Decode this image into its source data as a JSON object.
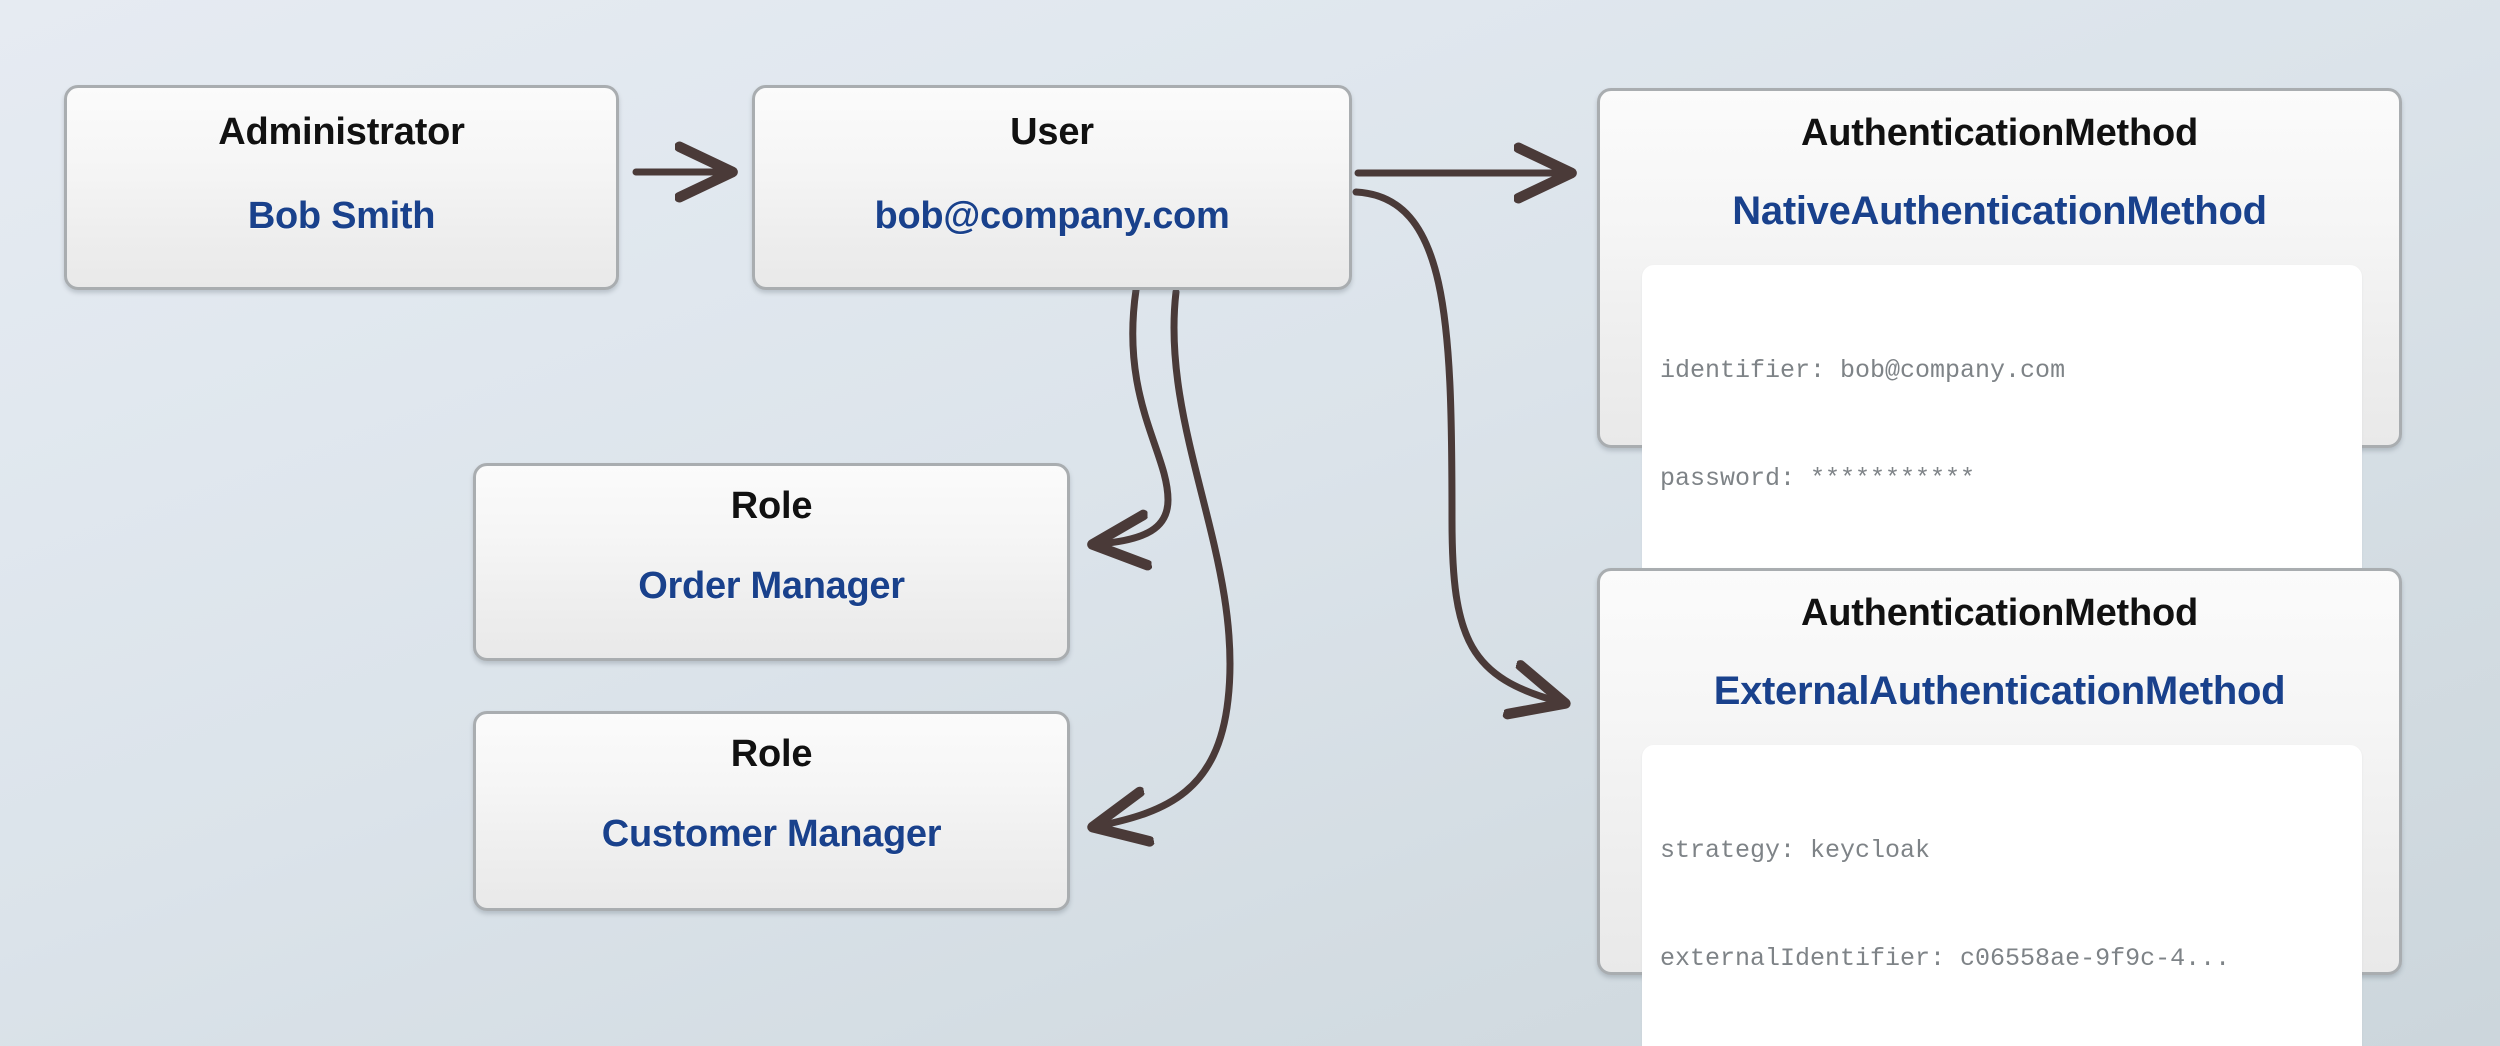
{
  "diagram": {
    "background_from": "#e6ebf2",
    "background_to": "#ccd6dc",
    "edge_color": "#4a3a38",
    "title_color": "#19418c",
    "type_color": "#111111",
    "attr_color": "#7e8387"
  },
  "nodes": {
    "administrator": {
      "type": "Administrator",
      "title": "Bob Smith"
    },
    "user": {
      "type": "User",
      "title": "bob@company.com"
    },
    "role_order": {
      "type": "Role",
      "title": "Order Manager"
    },
    "role_customer": {
      "type": "Role",
      "title": "Customer Manager"
    },
    "auth_native": {
      "type": "AuthenticationMethod",
      "title": "NativeAuthenticationMethod",
      "attributes": [
        "identifier: bob@company.com",
        "password: ***********"
      ]
    },
    "auth_external": {
      "type": "AuthenticationMethod",
      "title": "ExternalAuthenticationMethod",
      "attributes": [
        "strategy: keycloak",
        "externalIdentifier: c06558ae-9f9c-4..."
      ]
    }
  },
  "edges": [
    {
      "name": "administrator-to-user",
      "from": "administrator",
      "to": "user"
    },
    {
      "name": "user-to-native-auth",
      "from": "user",
      "to": "auth_native"
    },
    {
      "name": "user-to-external-auth",
      "from": "user",
      "to": "auth_external"
    },
    {
      "name": "user-to-role-order-manager",
      "from": "user",
      "to": "role_order"
    },
    {
      "name": "user-to-role-customer-manager",
      "from": "user",
      "to": "role_customer"
    }
  ]
}
